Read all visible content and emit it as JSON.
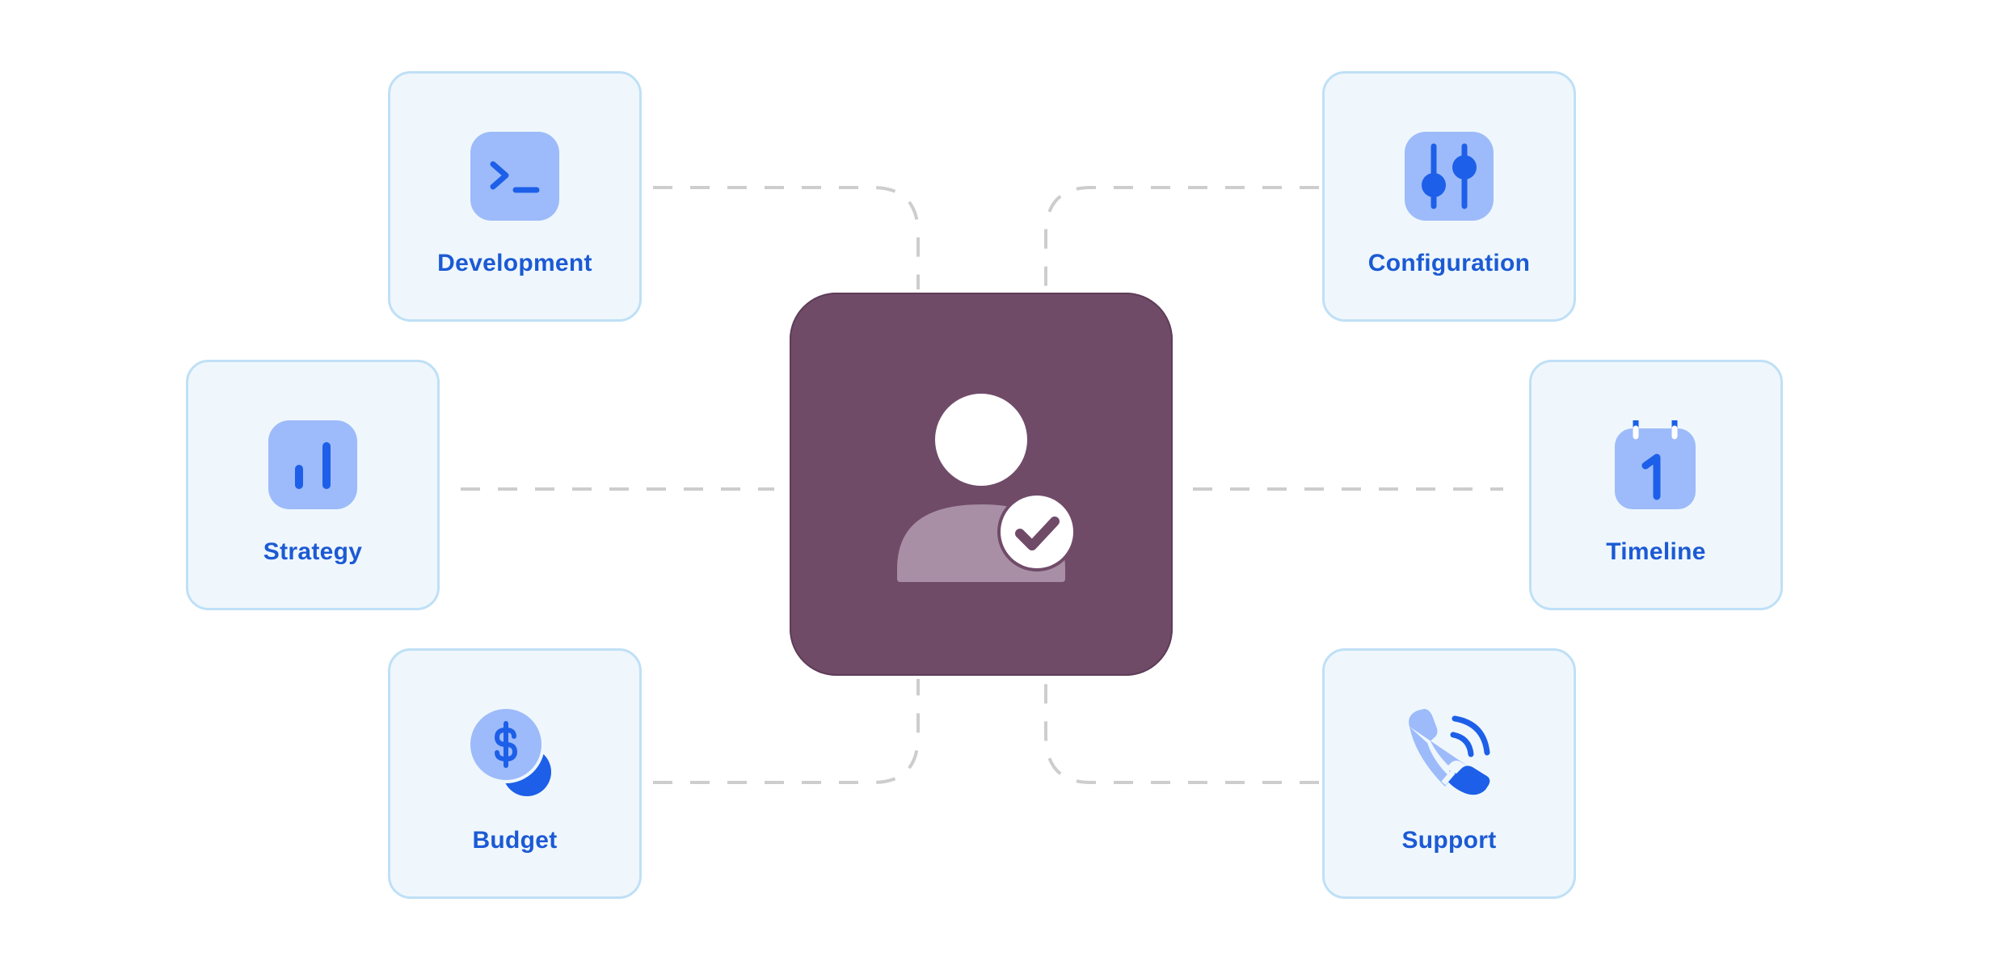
{
  "diagram": {
    "center": {
      "icon": "user-check-icon",
      "background_color": "#704b68"
    },
    "nodes": [
      {
        "id": "development",
        "label": "Development",
        "icon": "terminal-icon"
      },
      {
        "id": "strategy",
        "label": "Strategy",
        "icon": "bar-chart-icon"
      },
      {
        "id": "budget",
        "label": "Budget",
        "icon": "dollar-coins-icon"
      },
      {
        "id": "configuration",
        "label": "Configuration",
        "icon": "sliders-icon"
      },
      {
        "id": "timeline",
        "label": "Timeline",
        "icon": "calendar-icon"
      },
      {
        "id": "support",
        "label": "Support",
        "icon": "phone-call-icon"
      }
    ],
    "colors": {
      "card_background": "#eff7fd",
      "card_border": "#bfe0f6",
      "label_text": "#1c5ad4",
      "icon_tile": "#9dbbfa",
      "icon_accent": "#1d5fe8",
      "connector": "#cdcdcd"
    }
  }
}
